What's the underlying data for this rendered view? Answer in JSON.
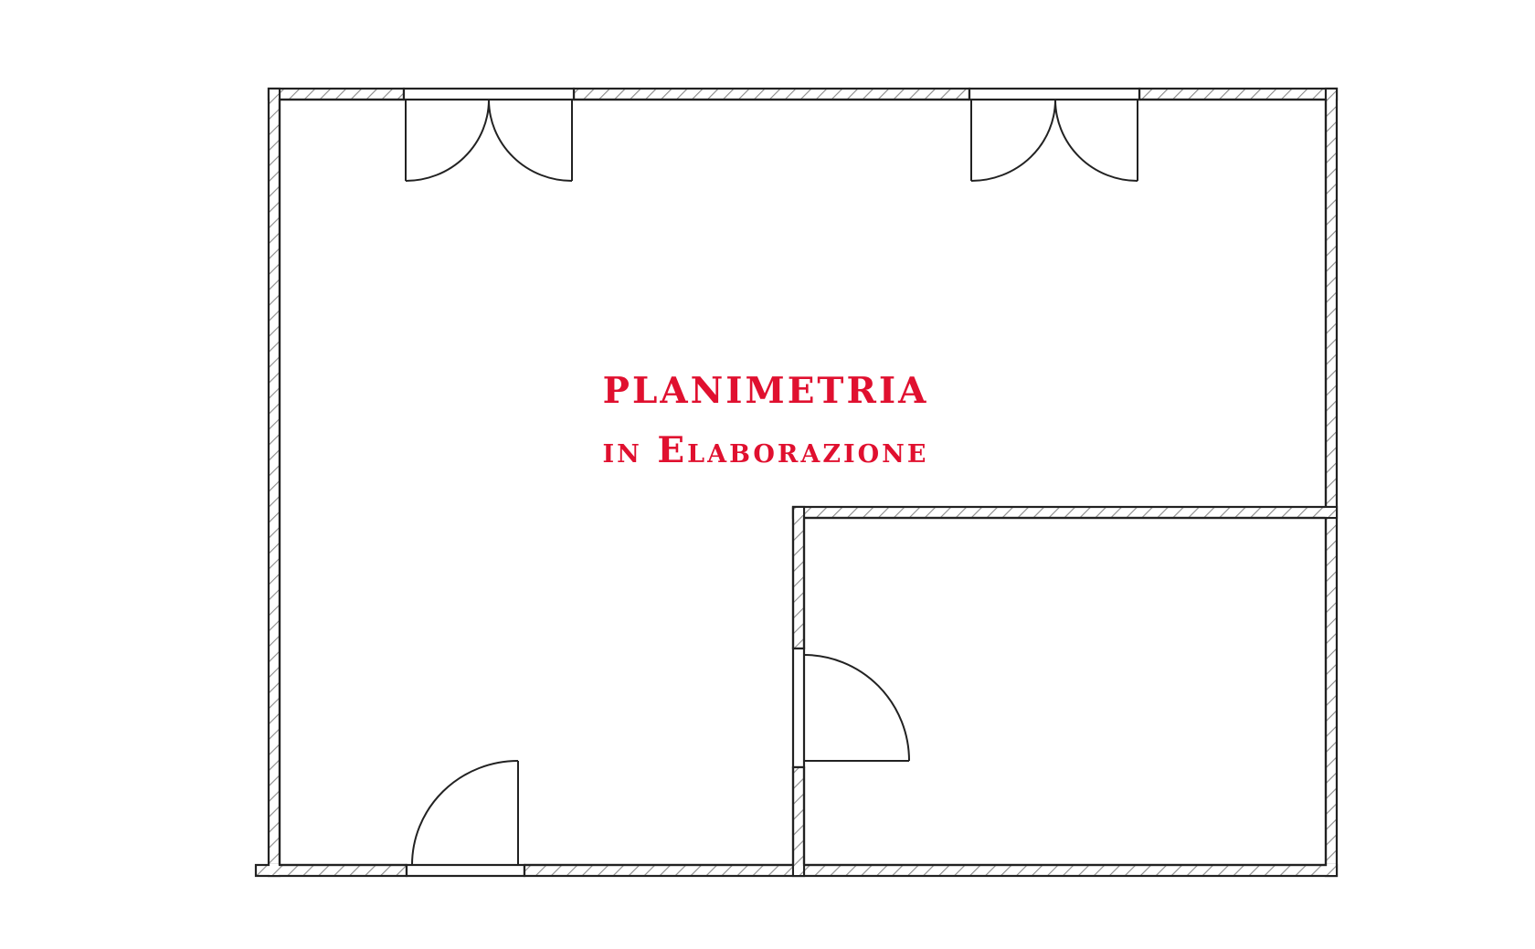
{
  "title": {
    "line1": "PLANIMETRIA",
    "line2": "in Elaborazione",
    "color": "#e0102f"
  },
  "plan": {
    "walls_color": "#222222",
    "hatch_color": "#888888",
    "rooms": [
      {
        "name": "main-room"
      },
      {
        "name": "side-room"
      }
    ],
    "doors": [
      {
        "name": "double-door-top-left",
        "type": "double"
      },
      {
        "name": "double-door-top-right",
        "type": "double"
      },
      {
        "name": "entrance-door-bottom",
        "type": "single"
      },
      {
        "name": "side-room-door",
        "type": "single"
      }
    ]
  }
}
